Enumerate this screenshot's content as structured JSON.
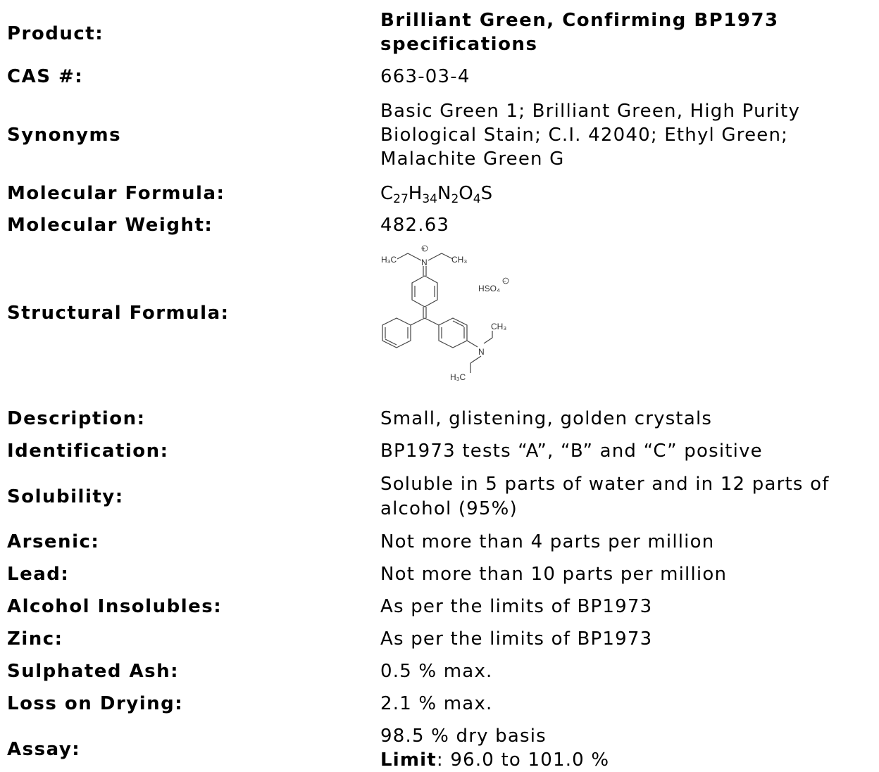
{
  "product": {
    "label": "Product:",
    "line1": "Brilliant Green, Confirming BP1973",
    "line2": "specifications"
  },
  "cas": {
    "label": "CAS #:",
    "value": "663-03-4"
  },
  "synonyms": {
    "label": "Synonyms",
    "lines": [
      "Basic Green 1; Brilliant Green, High Purity",
      "Biological Stain; C.I. 42040; Ethyl Green;",
      "Malachite Green G"
    ]
  },
  "molecular_formula": {
    "label": "Molecular Formula:",
    "parts": [
      {
        "t": "C",
        "s": "27"
      },
      {
        "t": "H",
        "s": "34"
      },
      {
        "t": "N",
        "s": "2"
      },
      {
        "t": "O",
        "s": "4"
      },
      {
        "t": "S",
        "s": ""
      }
    ]
  },
  "molecular_weight": {
    "label": "Molecular Weight:",
    "value": "482.63"
  },
  "structural_formula": {
    "label": "Structural Formula:",
    "texts": {
      "h3c_top": "H₃C",
      "n_top": "N",
      "plus": "+",
      "ch3_top": "CH₃",
      "hso4": "HSO₄",
      "minus": "−",
      "ch3_right": "CH₃",
      "n_right": "N",
      "h3c_bottom": "H₃C"
    }
  },
  "rows": [
    {
      "label": "Description:",
      "lines": [
        "Small, glistening, golden crystals"
      ]
    },
    {
      "label": "Identification:",
      "lines": [
        "BP1973 tests “A”, “B” and “C” positive"
      ]
    },
    {
      "label": "Solubility:",
      "lines": [
        "Soluble in 5 parts of water and in 12 parts of",
        "alcohol (95%)"
      ]
    },
    {
      "label": "Arsenic:",
      "lines": [
        "Not more than 4 parts per million"
      ]
    },
    {
      "label": "Lead:",
      "lines": [
        "Not more than 10 parts per million"
      ]
    },
    {
      "label": "Alcohol Insolubles:",
      "lines": [
        "As per the limits of BP1973"
      ]
    },
    {
      "label": "Zinc:",
      "lines": [
        "As per the limits of BP1973"
      ]
    },
    {
      "label": "Sulphated Ash:",
      "lines": [
        "0.5 % max."
      ]
    },
    {
      "label": "Loss on Drying:",
      "lines": [
        "2.1 % max."
      ]
    }
  ],
  "assay": {
    "label": "Assay:",
    "value": "98.5 % dry basis",
    "limit_label": "Limit",
    "limit_value": ": 96.0 to 101.0 %"
  }
}
